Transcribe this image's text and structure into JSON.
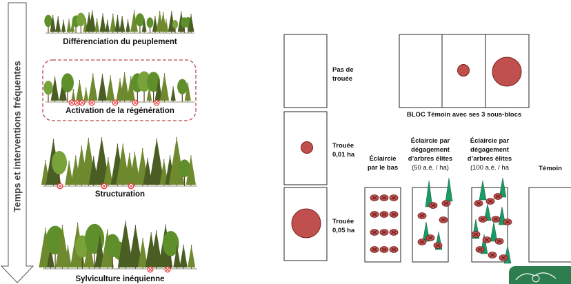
{
  "timeline": {
    "label": "Temps et interventions fréquentes"
  },
  "stages": [
    {
      "caption": "Différenciation du peuplement"
    },
    {
      "caption": "Activation de la régénération"
    },
    {
      "caption": "Structuration"
    },
    {
      "caption": "Sylviculture inéquienne"
    }
  ],
  "row_labels": {
    "no_gap": [
      "Pas de",
      "trouée"
    ],
    "gap_small": [
      "Trouée",
      "0,01 ha"
    ],
    "gap_large": [
      "Trouée",
      "0,05 ha"
    ]
  },
  "bloc_caption": "BLOC Témoin avec ses 3 sous-blocs",
  "treatments": {
    "low": [
      "Éclaircie",
      "par le bas"
    ],
    "elite50": [
      "Éclaircie par",
      "dégagement",
      "d’arbres élites",
      "(50 a.é. / ha)"
    ],
    "elite100": [
      "Éclaircie par",
      "dégagement",
      "d’arbres élites",
      "(100 a.é. / ha"
    ],
    "control": [
      "Témoin"
    ]
  },
  "colors": {
    "gap": "#c0504d",
    "gap_stroke": "#7a1f1f",
    "elite_tree": "#1a9a64",
    "marker": "#e63a3a",
    "tree_dark": "#4a5d23",
    "tree_light": "#6f8a2e"
  }
}
